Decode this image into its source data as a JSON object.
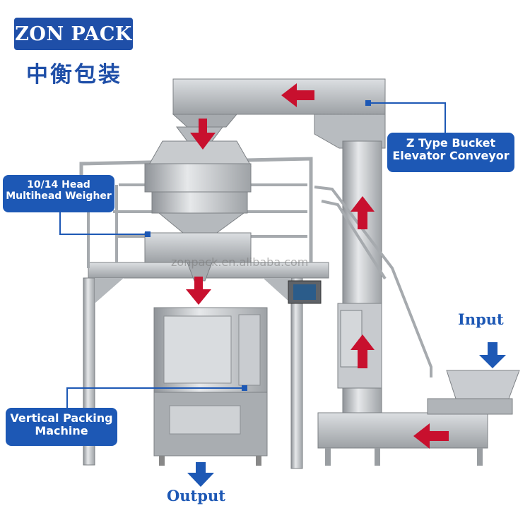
{
  "brand": {
    "name": "ZON PACK",
    "chinese_name": "中衡包装"
  },
  "labels": {
    "weigher": "10/14 Head\nMultihead Weigher",
    "weigher_line1": "10/14 Head",
    "weigher_line2": "Multihead Weigher",
    "elevator_line1": "Z Type Bucket",
    "elevator_line2": "Elevator Conveyor",
    "vpm_line1": "Vertical Packing",
    "vpm_line2": "Machine"
  },
  "flow": {
    "input": "Input",
    "output": "Output"
  },
  "watermark": "zonpack.en.alibaba.com",
  "colors": {
    "brand_blue": "#1d58b5",
    "arrow_red": "#c8102e",
    "steel": "#b9bcc0"
  }
}
